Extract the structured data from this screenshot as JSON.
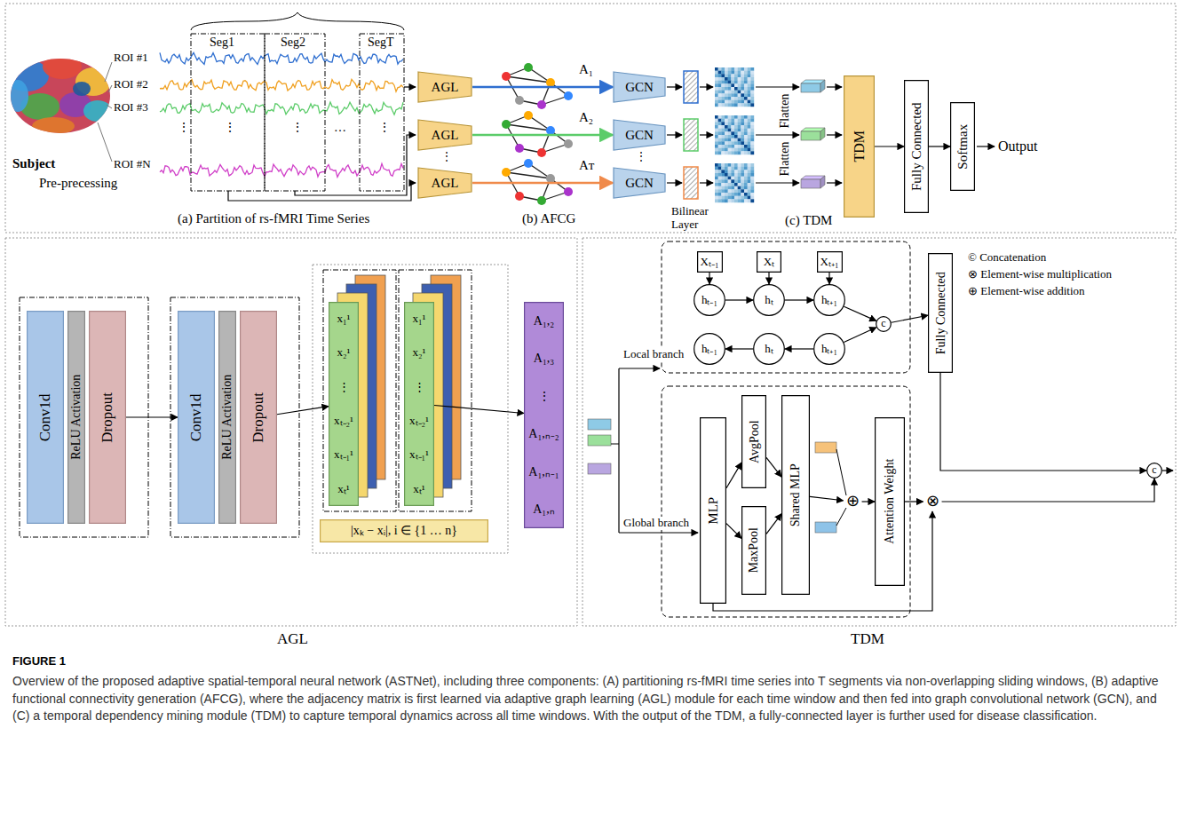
{
  "diagram": {
    "caption": "Overview of the proposed adaptive spatial-temporal neural network (ASTNet), including three components: (A) partitioning rs-fMRI time series into T segments via non-overlapping sliding windows, (B) adaptive functional connectivity generation (AFCG), where the adjacency matrix is first learned via adaptive graph learning (AGL) module for each time window and then fed into graph convolutional network (GCN), and (C) a temporal dependency mining module (TDM) to capture temporal dynamics across all time windows. With the output of the TDM, a fully-connected layer is further used for disease classification.",
    "nodes": [
      {
        "text": [
          "AGL"
        ]
      },
      {
        "text": [
          "AGL"
        ]
      },
      {
        "text": [
          "AGL"
        ]
      },
      {
        "text": [
          "GCN"
        ]
      },
      {
        "text": [
          "GCN"
        ]
      },
      {
        "text": [
          "GCN"
        ]
      },
      {
        "text": [
          "TDM"
        ]
      },
      {
        "text": [
          "Fully Connected"
        ]
      },
      {
        "text": [
          "Softmax"
        ]
      },
      {
        "text": [
          "Conv1d"
        ]
      },
      {
        "text": [
          "ReLU Activation"
        ]
      },
      {
        "text": [
          "Dropout"
        ]
      },
      {
        "text": [
          "Conv1d"
        ]
      },
      {
        "text": [
          "ReLU Activation"
        ]
      },
      {
        "text": [
          "Dropout"
        ]
      },
      {
        "text": [
          "x₁¹",
          "x₂¹",
          "⋮",
          "xₜ₋₂¹",
          "xₜ₋₁¹",
          "xₜ¹"
        ]
      },
      {
        "text": [
          "x₁¹",
          "x₂¹",
          "⋮",
          "xₜ₋₂¹",
          "xₜ₋₁¹",
          "xₜ¹"
        ]
      },
      {
        "text": [
          "|xₖ − xᵢ|, i ∈ {1 … n}"
        ]
      },
      {
        "text": [
          "A₁,₂",
          "A₁,₃",
          "⋮",
          "A₁,ₙ₋₂",
          "A₁,ₙ₋₁",
          "A₁,ₙ"
        ]
      },
      {
        "text": [
          "Xₜ₋₁"
        ]
      },
      {
        "text": [
          "Xₜ"
        ]
      },
      {
        "text": [
          "Xₜ₊₁"
        ]
      },
      {
        "text": [
          "hₜ₋₁"
        ]
      },
      {
        "text": [
          "hₜ"
        ]
      },
      {
        "text": [
          "hₜ₊₁"
        ]
      },
      {
        "text": [
          "hₜ₋₁"
        ]
      },
      {
        "text": [
          "hₜ"
        ]
      },
      {
        "text": [
          "hₜ₊₁"
        ]
      },
      {
        "text": [
          "c"
        ]
      },
      {
        "text": [
          "Fully Connected"
        ]
      },
      {
        "text": [
          "MLP"
        ]
      },
      {
        "text": [
          "AvgPool"
        ]
      },
      {
        "text": [
          "MaxPool"
        ]
      },
      {
        "text": [
          "Shared MLP"
        ]
      },
      {
        "text": [
          "Attention Weight"
        ]
      },
      {
        "text": [
          "⊗"
        ]
      },
      {
        "text": [
          "⊕"
        ]
      },
      {
        "text": [
          "c"
        ]
      }
    ],
    "edges": [
      {
        "from": 0,
        "to": 3,
        "arrow": "to"
      },
      {
        "from": 1,
        "to": 4,
        "arrow": "to"
      },
      {
        "from": 2,
        "to": 5,
        "arrow": "to"
      },
      {
        "from": 6,
        "to": 7,
        "arrow": "to"
      },
      {
        "from": 7,
        "to": 8,
        "arrow": "to"
      },
      {
        "from": 11,
        "to": 12,
        "arrow": "to"
      },
      {
        "from": 14,
        "to": 15,
        "arrow": "to"
      },
      {
        "from": 16,
        "to": 18,
        "arrow": "to"
      },
      {
        "from": 19,
        "to": 22,
        "arrow": "to"
      },
      {
        "from": 20,
        "to": 23,
        "arrow": "to"
      },
      {
        "from": 21,
        "to": 24,
        "arrow": "to"
      },
      {
        "from": 22,
        "to": 23,
        "arrow": "to"
      },
      {
        "from": 23,
        "to": 24,
        "arrow": "to"
      },
      {
        "from": 27,
        "to": 26,
        "arrow": "to"
      },
      {
        "from": 26,
        "to": 25,
        "arrow": "to"
      },
      {
        "from": 24,
        "to": 28,
        "arrow": "to"
      },
      {
        "from": 27,
        "to": 28,
        "arrow": "to"
      },
      {
        "from": 28,
        "to": 29,
        "arrow": "to"
      },
      {
        "from": 30,
        "to": 31,
        "arrow": "to"
      },
      {
        "from": 30,
        "to": 32,
        "arrow": "to"
      },
      {
        "from": 31,
        "to": 33,
        "arrow": "to"
      },
      {
        "from": 32,
        "to": 33,
        "arrow": "to"
      },
      {
        "from": 33,
        "to": 36,
        "arrow": "to"
      },
      {
        "from": 36,
        "to": 34,
        "arrow": "to"
      },
      {
        "from": 34,
        "to": 35,
        "arrow": "to"
      },
      {
        "from": 35,
        "to": 37,
        "arrow": "to"
      },
      {
        "from": 29,
        "to": 37,
        "arrow": "to"
      }
    ],
    "labels": [
      "(a) Partition of rs-fMRI Time Series",
      "(b) AFCG",
      "(c) TDM",
      "Seg1",
      "Seg2",
      "SegT",
      "ROI #1",
      "ROI #2",
      "ROI #3",
      "ROI #N",
      "⋮",
      "⋮",
      "⋮",
      "…",
      "⋮",
      "Subject",
      "Pre-precessing",
      "A₁",
      "A₂",
      "Aᴛ",
      "⋮",
      "⋮",
      "Bilinear Layer",
      "Flatten",
      "Flatten",
      "Output",
      "AGL",
      "TDM",
      "Local branch",
      "Global branch",
      "FIGURE 1"
    ],
    "legend": [
      {
        "text": "© Concatenation"
      },
      {
        "text": "⊗ Element-wise multiplication"
      },
      {
        "text": "⊕ Element-wise addition"
      }
    ]
  }
}
